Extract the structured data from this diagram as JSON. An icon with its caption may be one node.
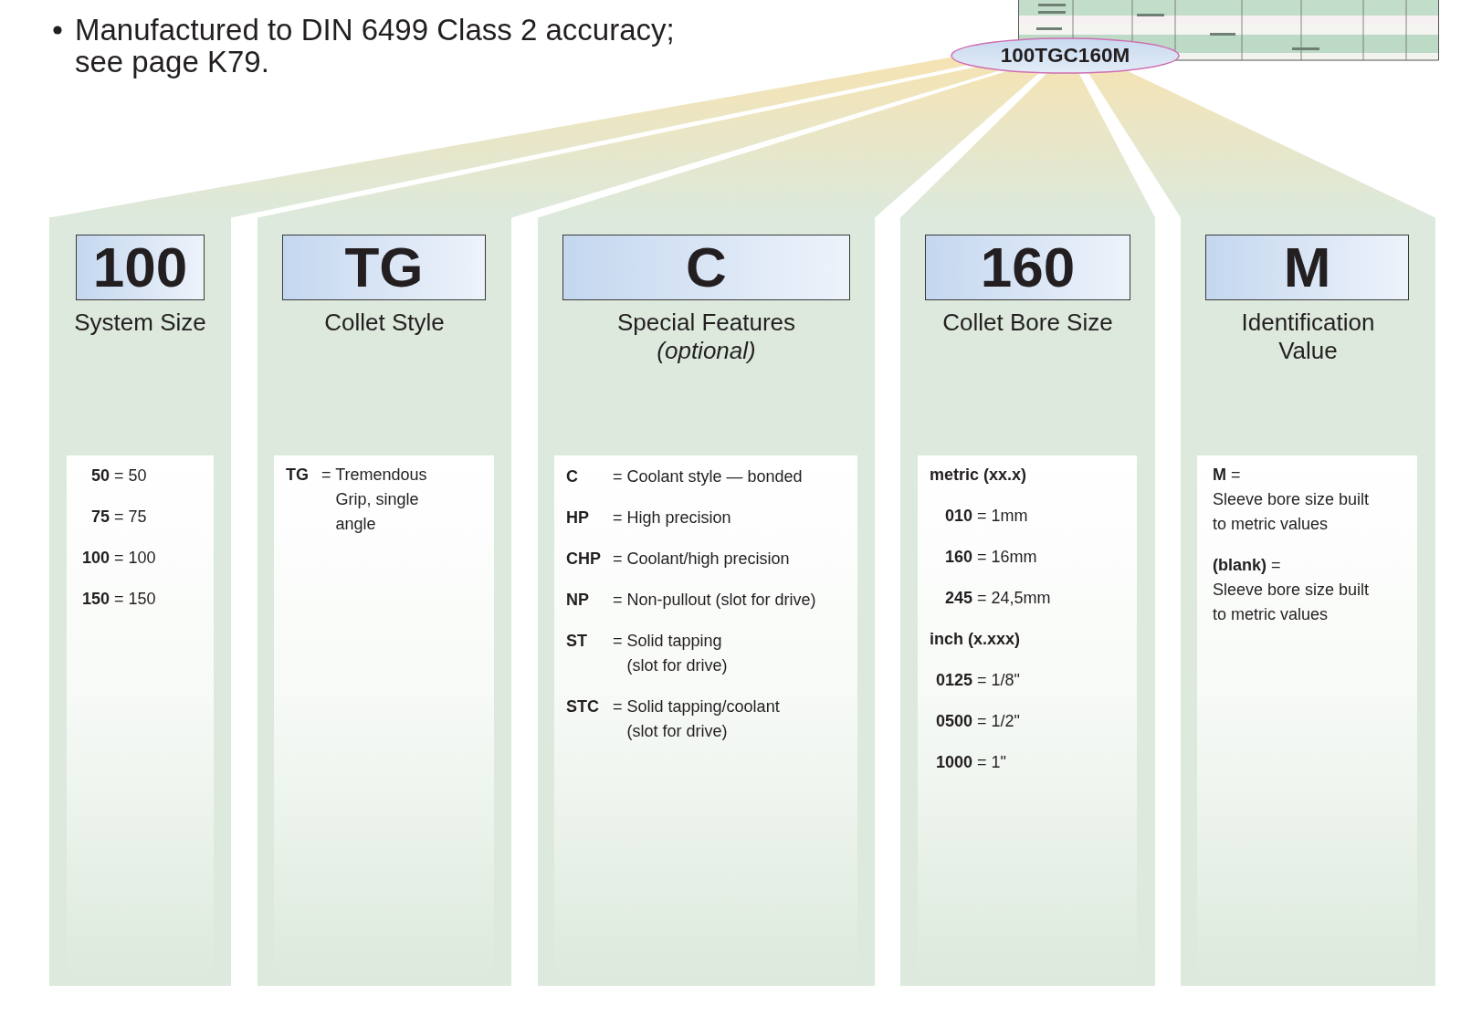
{
  "diagram": {
    "nodes": [
      {
        "text": [
          "100TGC160M"
        ]
      },
      {
        "text": [
          "System Size"
        ]
      },
      {
        "text": [
          "100"
        ],
        "in": 1
      },
      {
        "text": [
          "**50** = 50",
          "**75** = 75",
          "**100** = 100",
          "**150** = 150"
        ],
        "in": 1
      },
      {
        "text": [
          "Collet Style"
        ]
      },
      {
        "text": [
          "TG"
        ],
        "in": 4
      },
      {
        "text": [
          "**TG** = Tremendous Grip, single angle"
        ],
        "in": 4
      },
      {
        "text": [
          "Special Features *(optional)*"
        ]
      },
      {
        "text": [
          "C"
        ],
        "in": 7
      },
      {
        "text": [
          "**C** = Coolant style — bonded",
          "**HP** = High precision",
          "**CHP** = Coolant/high precision",
          "**NP** = Non-pullout (slot for drive)",
          "**ST** = Solid tapping (slot for drive)",
          "**STC** = Solid tapping/coolant (slot for drive)"
        ],
        "in": 7
      },
      {
        "text": [
          "Collet Bore Size"
        ]
      },
      {
        "text": [
          "160"
        ],
        "in": 10
      },
      {
        "text": [
          "metric (xx.x)",
          "**010** = 1mm",
          "**160** = 16mm",
          "**245** = 24,5mm",
          "inch (x.xxx)",
          "**0125** = 1/8\"",
          "**0500** = 1/2\"",
          "**1000** = 1\""
        ],
        "in": 10
      },
      {
        "text": [
          "Identification Value"
        ]
      },
      {
        "text": [
          "M"
        ],
        "in": 13
      },
      {
        "text": [
          "**M** =",
          "Sleeve bore size built to metric values",
          "**(blank)** =",
          "Sleeve bore size built to metric values"
        ],
        "in": 13
      }
    ],
    "labels": [
      "Manufactured to DIN 6499 Class 2 accuracy; see page K79."
    ]
  }
}
